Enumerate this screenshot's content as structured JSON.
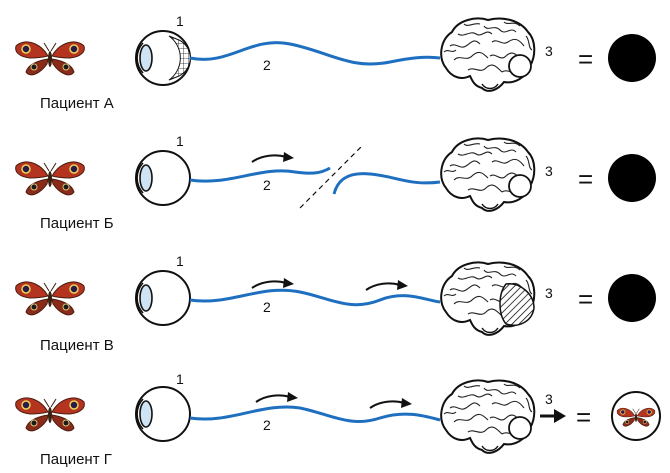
{
  "rows": [
    {
      "patient": "Пациент А",
      "n1": "1",
      "n2": "2",
      "n3": "3",
      "equals": "=",
      "result": "black-circle"
    },
    {
      "patient": "Пациент Б",
      "n1": "1",
      "n2": "2",
      "n3": "3",
      "equals": "=",
      "result": "black-circle"
    },
    {
      "patient": "Пациент В",
      "n1": "1",
      "n2": "2",
      "n3": "3",
      "equals": "=",
      "result": "black-circle"
    },
    {
      "patient": "Пациент Г",
      "n1": "1",
      "n2": "2",
      "n3": "3",
      "equals": "=",
      "result": "butterfly-image"
    }
  ],
  "colors": {
    "nerve": "#1f6fc0",
    "wing": "#b5341f",
    "wing_dark": "#5a2416",
    "result_fill": "#000000"
  }
}
